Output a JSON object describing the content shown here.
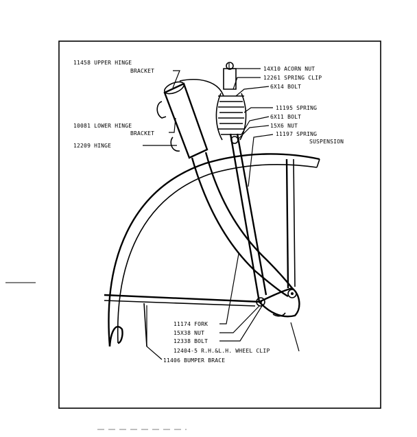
{
  "labels": {
    "upper_hinge_bracket_1": "11458 UPPER HINGE",
    "upper_hinge_bracket_2": "BRACKET",
    "lower_hinge_bracket_1": "10081 LOWER HINGE",
    "lower_hinge_bracket_2": "BRACKET",
    "hinge": "12209 HINGE",
    "acorn_nut": "14X10 ACORN NUT",
    "spring_clip": "12261 SPRING CLIP",
    "bolt_6x14": "6X14 BOLT",
    "spring": "11195 SPRING",
    "bolt_6x11": "6X11 BOLT",
    "nut_15x6": "15X6 NUT",
    "spring_suspension_1": "11197 SPRING",
    "spring_suspension_2": "SUSPENSION",
    "fork": "11174 FORK",
    "nut_15x38": "15X38 NUT",
    "bolt_12338": "12338 BOLT",
    "wheel_clip": "12404-5 R.H.&L.H. WHEEL CLIP",
    "bumper_brace": "11406 BUMPER BRACE"
  },
  "colors": {
    "ink": "#000000",
    "paper": "#ffffff"
  }
}
